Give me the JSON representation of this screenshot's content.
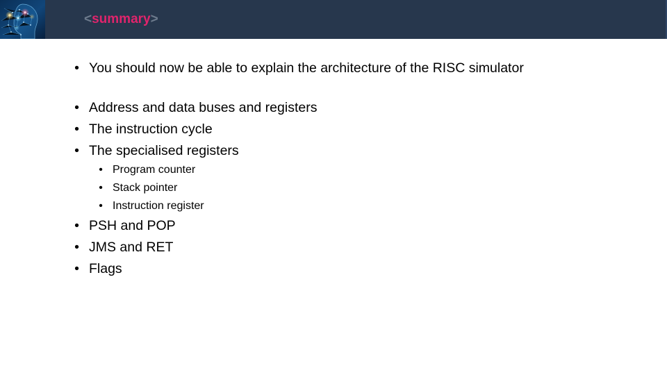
{
  "header": {
    "title_prefix": "<",
    "title_word": "summary",
    "title_suffix": ">",
    "thumbnail_alt": "neural-network-brain-image",
    "bar_color": "#27374d",
    "accent_color": "#e0246c",
    "bracket_color": "#6c7a8c"
  },
  "content": {
    "bullet_marker": "•",
    "intro": [
      {
        "text": "You should now be able to explain the architecture of the RISC simulator"
      }
    ],
    "topics": [
      {
        "text": "Address and data buses and registers"
      },
      {
        "text": "The instruction cycle"
      },
      {
        "text": "The specialised registers"
      }
    ],
    "specialised_registers": [
      {
        "text": "Program counter"
      },
      {
        "text": "Stack pointer"
      },
      {
        "text": "Instruction register"
      }
    ],
    "operations": [
      {
        "text": "PSH and POP"
      },
      {
        "text": "JMS and RET"
      },
      {
        "text": "Flags"
      }
    ]
  }
}
